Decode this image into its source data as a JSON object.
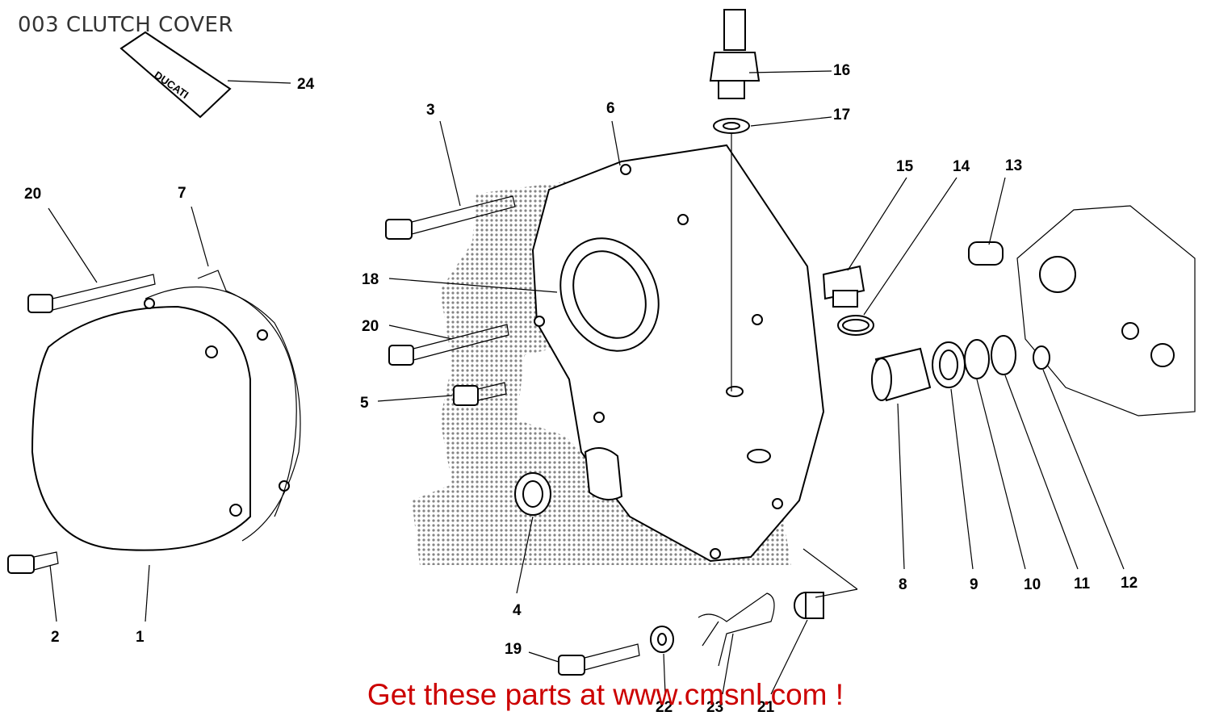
{
  "title": "003 CLUTCH COVER",
  "footer": "Get these parts at www.cmsnl.com !",
  "watermark_text": "DUCATI",
  "callouts": {
    "c1": "1",
    "c2": "2",
    "c3": "3",
    "c4": "4",
    "c5": "5",
    "c6": "6",
    "c7": "7",
    "c8": "8",
    "c9": "9",
    "c10": "10",
    "c11": "11",
    "c12": "12",
    "c13": "13",
    "c14": "14",
    "c15": "15",
    "c16": "16",
    "c17": "17",
    "c18": "18",
    "c19": "19",
    "c20a": "20",
    "c20b": "20",
    "c21": "21",
    "c22": "22",
    "c23": "23",
    "c24": "24"
  },
  "colors": {
    "footer": "#cc0000",
    "title": "#333333",
    "line": "#000000",
    "halftone": "#888888"
  }
}
